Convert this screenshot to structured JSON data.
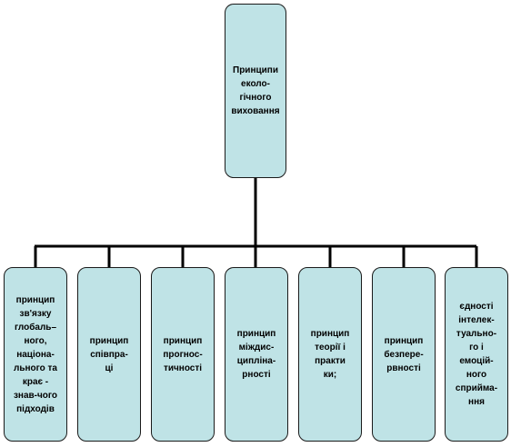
{
  "diagram": {
    "root": {
      "label": "Принципи\nеколо-\nгічного\nвиховання"
    },
    "children": [
      {
        "label": "принцип\nзв'язку\nглобаль–\nного,\nнаціона-\nльного та\nкрає -\nзнав-чого\nпідходів"
      },
      {
        "label": "принцип\nспівпра-\nці"
      },
      {
        "label": "принцип\nпрогнос-\nтичності"
      },
      {
        "label": "принцип\nміждис-\nципліна-\nрності"
      },
      {
        "label": "принцип\nтеорії і\nпракти\nки;"
      },
      {
        "label": "принцип\nбезпере-\nрвності"
      },
      {
        "label": "єдності\nінтелек-\nтуально-\nго і\nемоцій-\nного\nсприйма-\nння"
      }
    ],
    "colors": {
      "box_fill": "#bfe3e6",
      "box_border": "#1a1a1a",
      "connector": "#000000"
    }
  }
}
